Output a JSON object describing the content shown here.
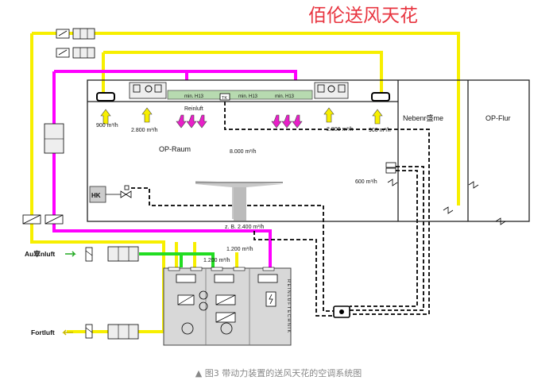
{
  "watermark_title": "佰伦送风天花",
  "caption": "▲ 图3 带动力装置的送风天花的空调系统图",
  "rooms": {
    "op_raum": "OP-Raum",
    "nebenraume": "Nebenr盛me",
    "op_flur": "OP-Flur"
  },
  "labels": {
    "reinluft": "Reinluft",
    "filter_h13": "min. H13",
    "aussenluft": "Au窣nluft",
    "fortluft": "Fortluft",
    "hk": "HK",
    "tk": "TK",
    "ahu_brand": "R E I N L U F T E C H N I K"
  },
  "flows": {
    "left_900": "900 m³/h",
    "left_2800": "2.800 m³/h",
    "right_2800": "2.800 m³/h",
    "right_900": "900 m³/h",
    "center_8000": "8.000 m³/h",
    "nebenraum_600": "600 m³/h",
    "extract_2400": "z. B. 2.400 m³/h",
    "supply_1200_a": "1.200 m³/h",
    "supply_1200_b": "1.200 m³/h"
  },
  "colors": {
    "supply_air": "#f7ef00",
    "return_air": "#ff00ff",
    "outdoor_air": "#22dd22",
    "control_line": "#000000",
    "filter_bar": "#b7dab0",
    "title_red": "#e8343f"
  }
}
